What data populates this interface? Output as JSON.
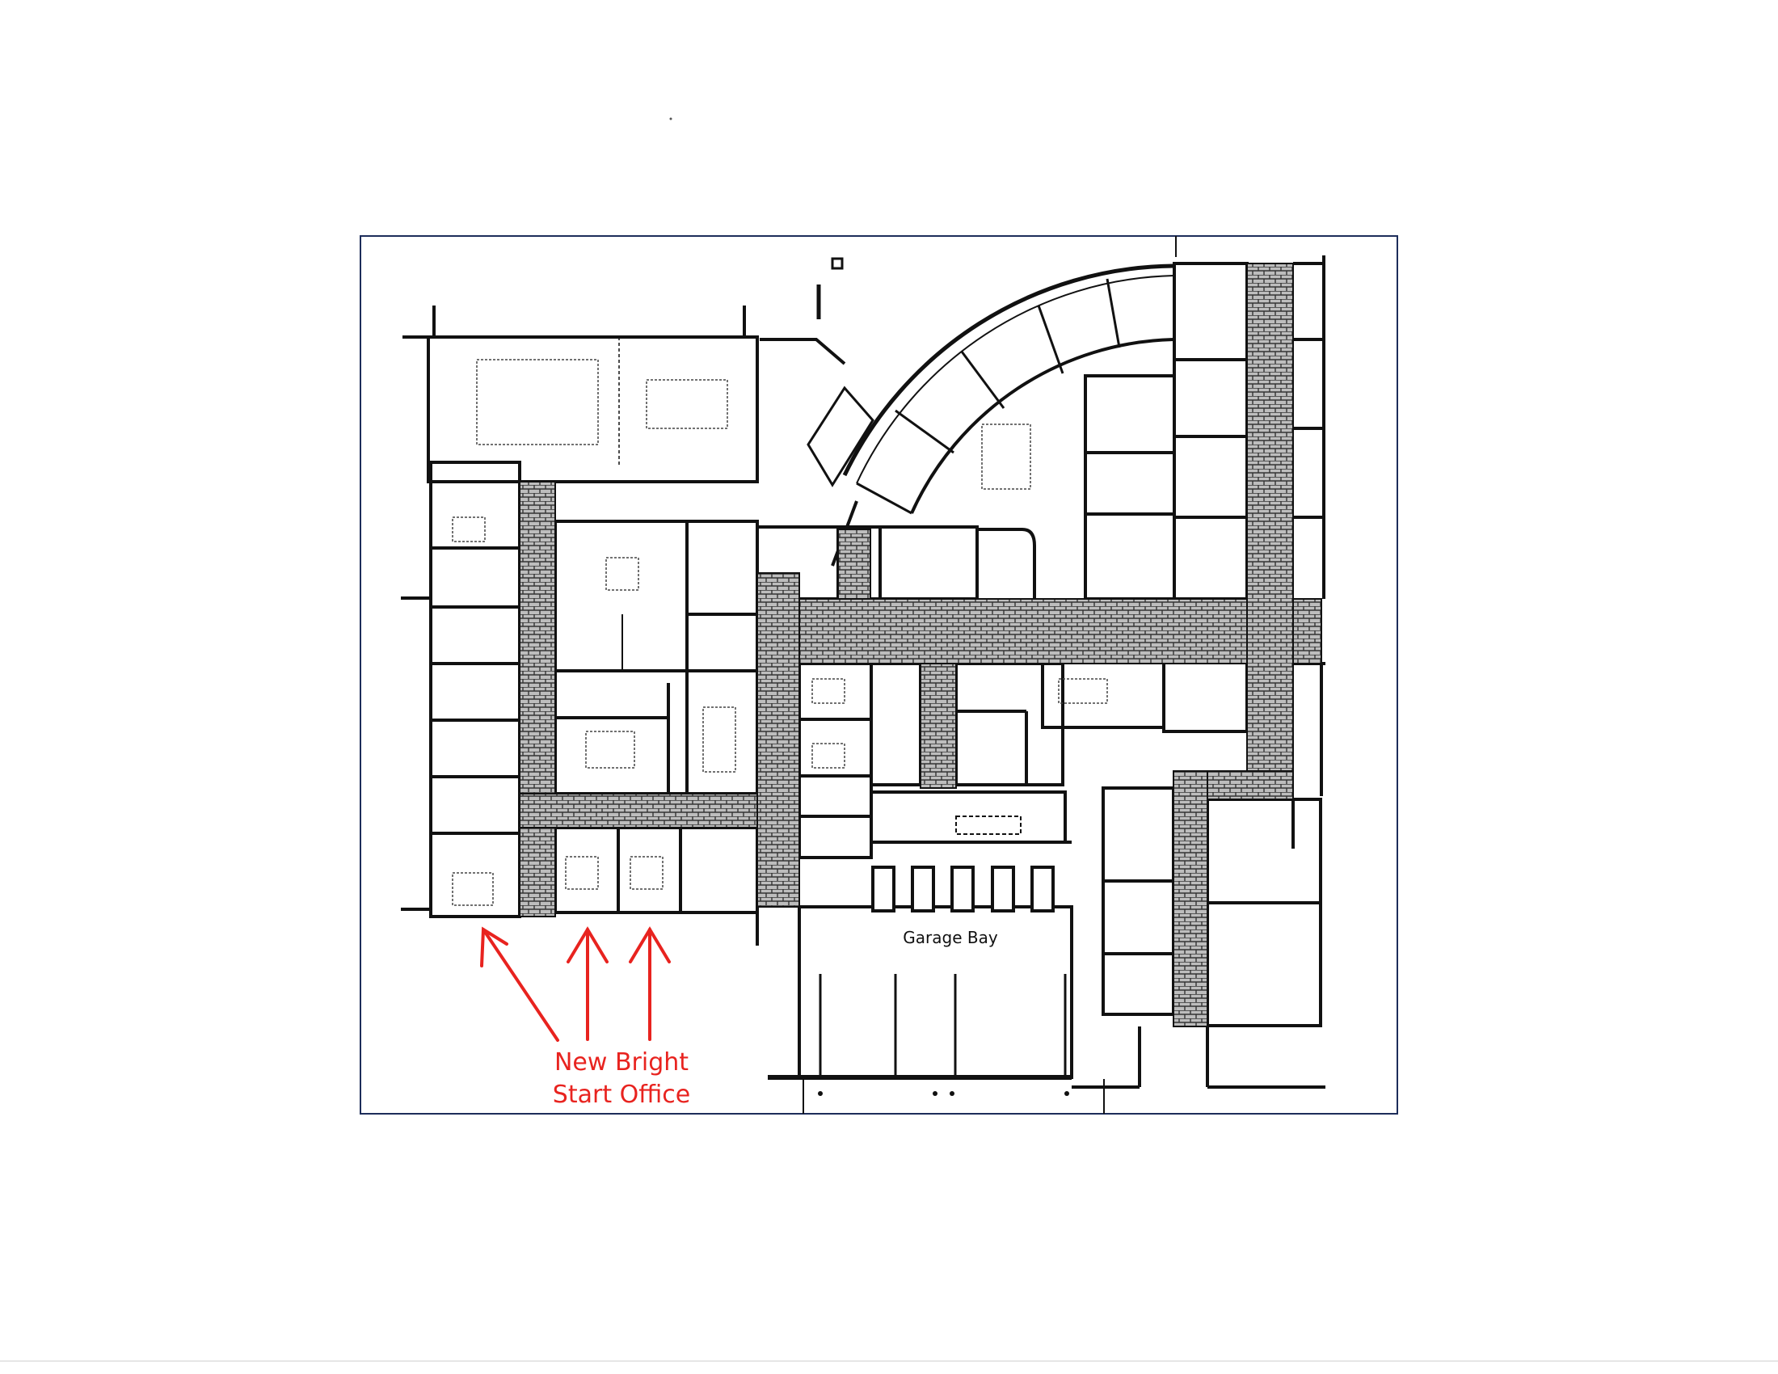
{
  "plan": {
    "garage_label": "Garage Bay",
    "annotation": {
      "line1": "New Bright",
      "line2": "Start Office",
      "color": "#e8231f"
    }
  }
}
